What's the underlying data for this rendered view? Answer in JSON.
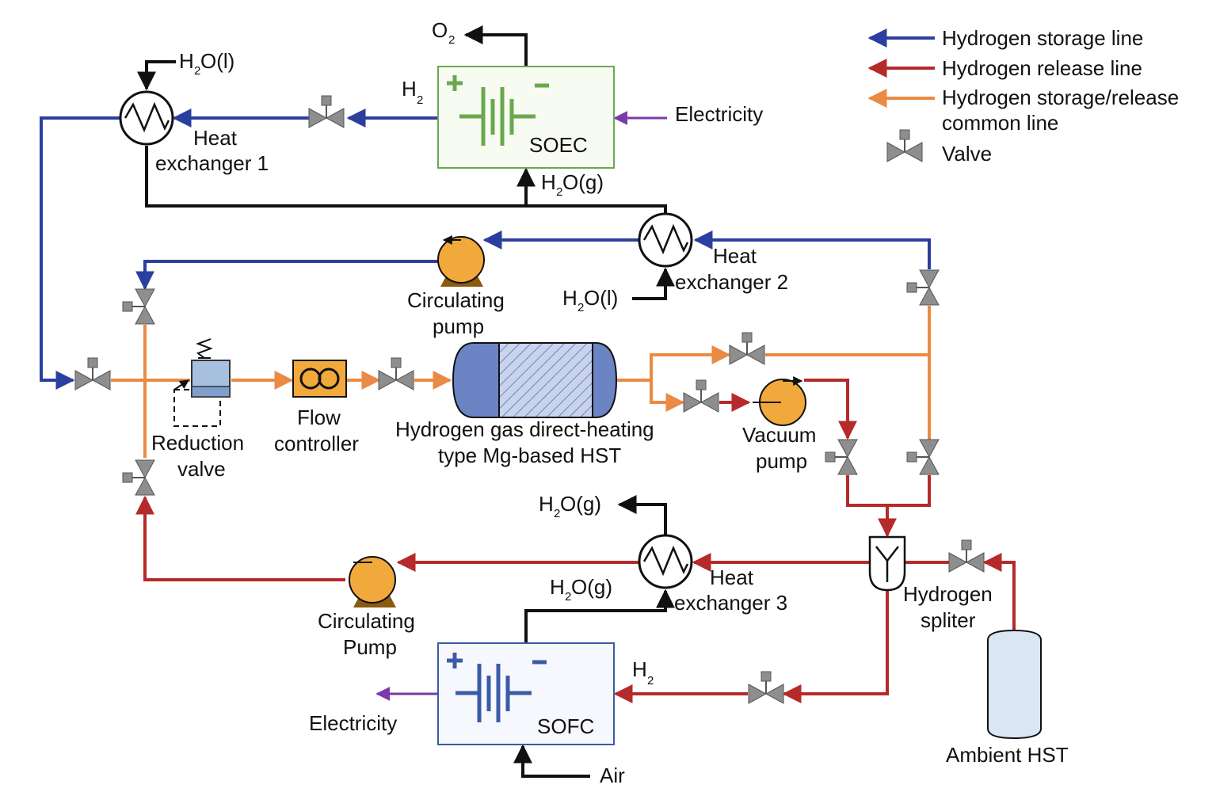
{
  "colors": {
    "storage": "#2b3f9e",
    "release": "#b52a2a",
    "common": "#ea8a44",
    "black": "#111111",
    "electric": "#7a3aa8",
    "soec_green": "#6aa84f",
    "soec_fill": "#f7fbf1",
    "sofc_blue": "#3b5ba5",
    "sofc_fill": "#f6f8fd",
    "pump": "#f2a93b",
    "valve": "#8e8e8e",
    "tank": "#6b84c4",
    "ambient_tank": "#dbe6f4",
    "flow_ctrl": "#f2a93b"
  },
  "legend": {
    "storage": "Hydrogen storage line",
    "release": "Hydrogen release line",
    "common_1": "Hydrogen storage/release",
    "common_2": "common line",
    "valve": "Valve"
  },
  "labels": {
    "soec": "SOEC",
    "sofc": "SOFC",
    "electricity_in": "Electricity",
    "electricity_out": "Electricity",
    "air": "Air",
    "hx1_a": "Heat",
    "hx1_b": "exchanger 1",
    "hx2_a": "Heat",
    "hx2_b": "exchanger 2",
    "hx3_a": "Heat",
    "hx3_b": "exchanger 3",
    "pump_top_a": "Circulating",
    "pump_top_b": "pump",
    "pump_bot_a": "Circulating",
    "pump_bot_b": "Pump",
    "vacuum_a": "Vacuum",
    "vacuum_b": "pump",
    "reduction_a": "Reduction",
    "reduction_b": "valve",
    "flow_a": "Flow",
    "flow_b": "controller",
    "hst_a": "Hydrogen gas direct-heating",
    "hst_b": "type Mg-based HST",
    "splitter_a": "Hydrogen",
    "splitter_b": "spliter",
    "ambient": "Ambient HST"
  },
  "chem": {
    "o2": {
      "main": "O",
      "sub": "2"
    },
    "h2_soec": {
      "main": "H",
      "sub": "2"
    },
    "h2_sofc": {
      "main": "H",
      "sub": "2"
    },
    "h2o_l_hx1": {
      "main": "H",
      "sub": "2",
      "rest": "O(l)"
    },
    "h2o_g_soec": {
      "main": "H",
      "sub": "2",
      "rest": "O(g)"
    },
    "h2o_l_hx2": {
      "main": "H",
      "sub": "2",
      "rest": "O(l)"
    },
    "h2o_g_out": {
      "main": "H",
      "sub": "2",
      "rest": "O(g)"
    },
    "h2o_g_hx3": {
      "main": "H",
      "sub": "2",
      "rest": "O(g)"
    }
  }
}
